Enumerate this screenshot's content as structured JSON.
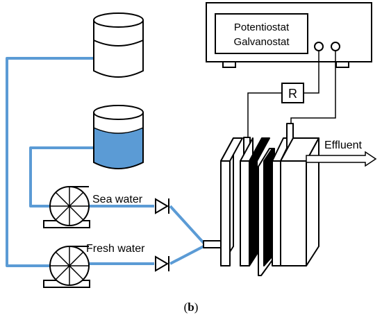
{
  "instrument": {
    "line1": "Potentiostat",
    "line2": "Galvanostat"
  },
  "resistor_label": "R",
  "pumps": [
    {
      "label": "Sea water"
    },
    {
      "label": "Fresh water"
    }
  ],
  "effluent_label": "Effluent",
  "caption": {
    "open": "(",
    "letter": "b",
    "close": ")"
  },
  "colors": {
    "pipe": "#5b9bd5",
    "water": "#5b9bd5",
    "outline": "#000000",
    "membrane": "#000000"
  }
}
